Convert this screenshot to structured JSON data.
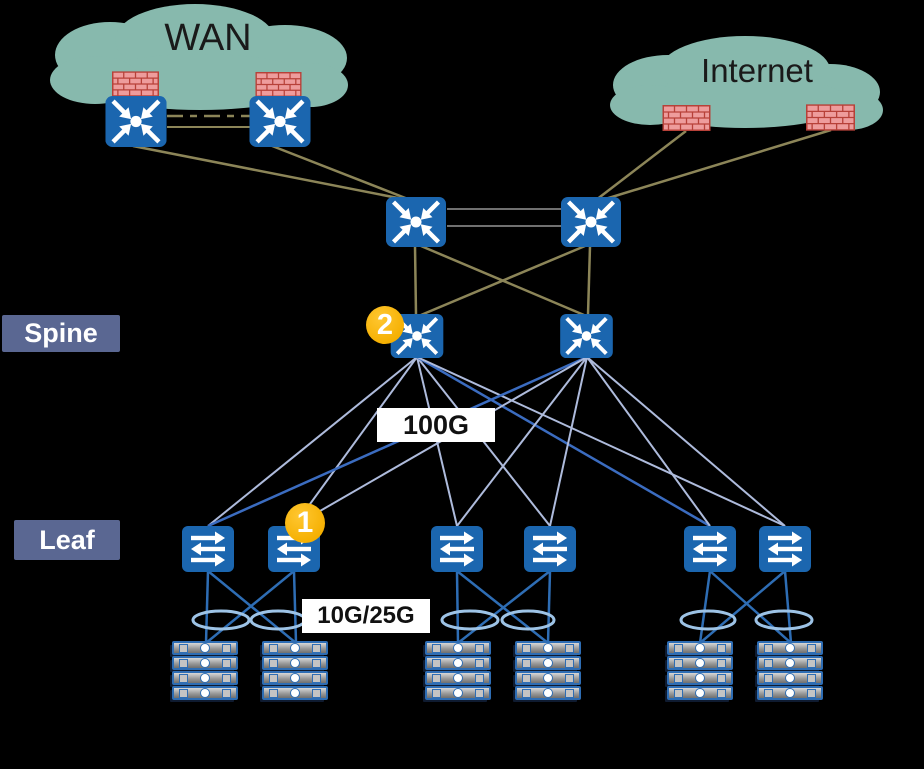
{
  "clouds": {
    "wan": {
      "label": "WAN"
    },
    "internet": {
      "label": "Internet"
    }
  },
  "layer_labels": {
    "spine": "Spine",
    "leaf": "Leaf"
  },
  "speed_labels": {
    "spine_leaf": "100G",
    "leaf_server": "10G/25G"
  },
  "badges": {
    "one": "1",
    "two": "2"
  },
  "icons": {
    "router": "arrows-inward-router-icon",
    "leaf_switch": "bidirectional-arrows-switch-icon",
    "firewall": "brick-wall-firewall-icon",
    "server": "rack-server-stack-icon",
    "lag": "link-aggregation-ellipse-icon"
  },
  "colors": {
    "background": "#000000",
    "node-blue": "#1B66AF",
    "cloud-teal": "#87B9AD",
    "cloud-text": "#1A1A1A",
    "firewall-pink": "#EE9C9C",
    "firewall-red": "#B74139",
    "olive-link": "#8C8558",
    "core-peer-link": "#707070",
    "fabric-link-light": "#AEBBDC",
    "fabric-link-dark": "#3B6CC0",
    "server-link": "#2E6DB4",
    "lag-ellipse": "#9DC3E6",
    "layer-label-bg": "#5A6792",
    "speed-label-bg": "#FFFFFF",
    "speed-label-text": "#111111",
    "badge-amber": "#F5AF00",
    "badge-text": "#FFFFFF"
  }
}
